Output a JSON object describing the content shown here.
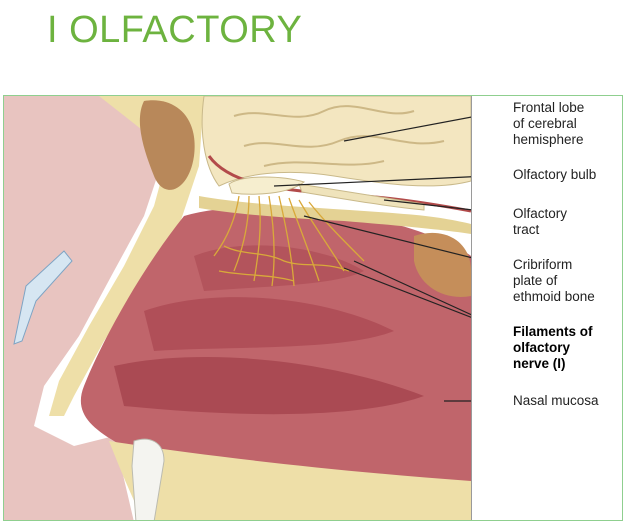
{
  "title": "I OLFACTORY",
  "labels": {
    "frontal_lobe": "Frontal lobe\nof cerebral\nhemisphere",
    "olfactory_bulb": "Olfactory bulb",
    "olfactory_tract": "Olfactory\ntract",
    "cribriform_plate": "Cribriform\nplate of\nethmoid bone",
    "filaments": "Filaments of\nolfactory\nnerve (I)",
    "nasal_mucosa": "Nasal mucosa"
  },
  "colors": {
    "title": "#6db33f",
    "frame_border": "#8fcf8f",
    "brain": "#f3e6c0",
    "bone": "#eedfa8",
    "mucosa": "#c0656b",
    "nerve": "#d9a93a",
    "skin": "#e8c4c0"
  }
}
